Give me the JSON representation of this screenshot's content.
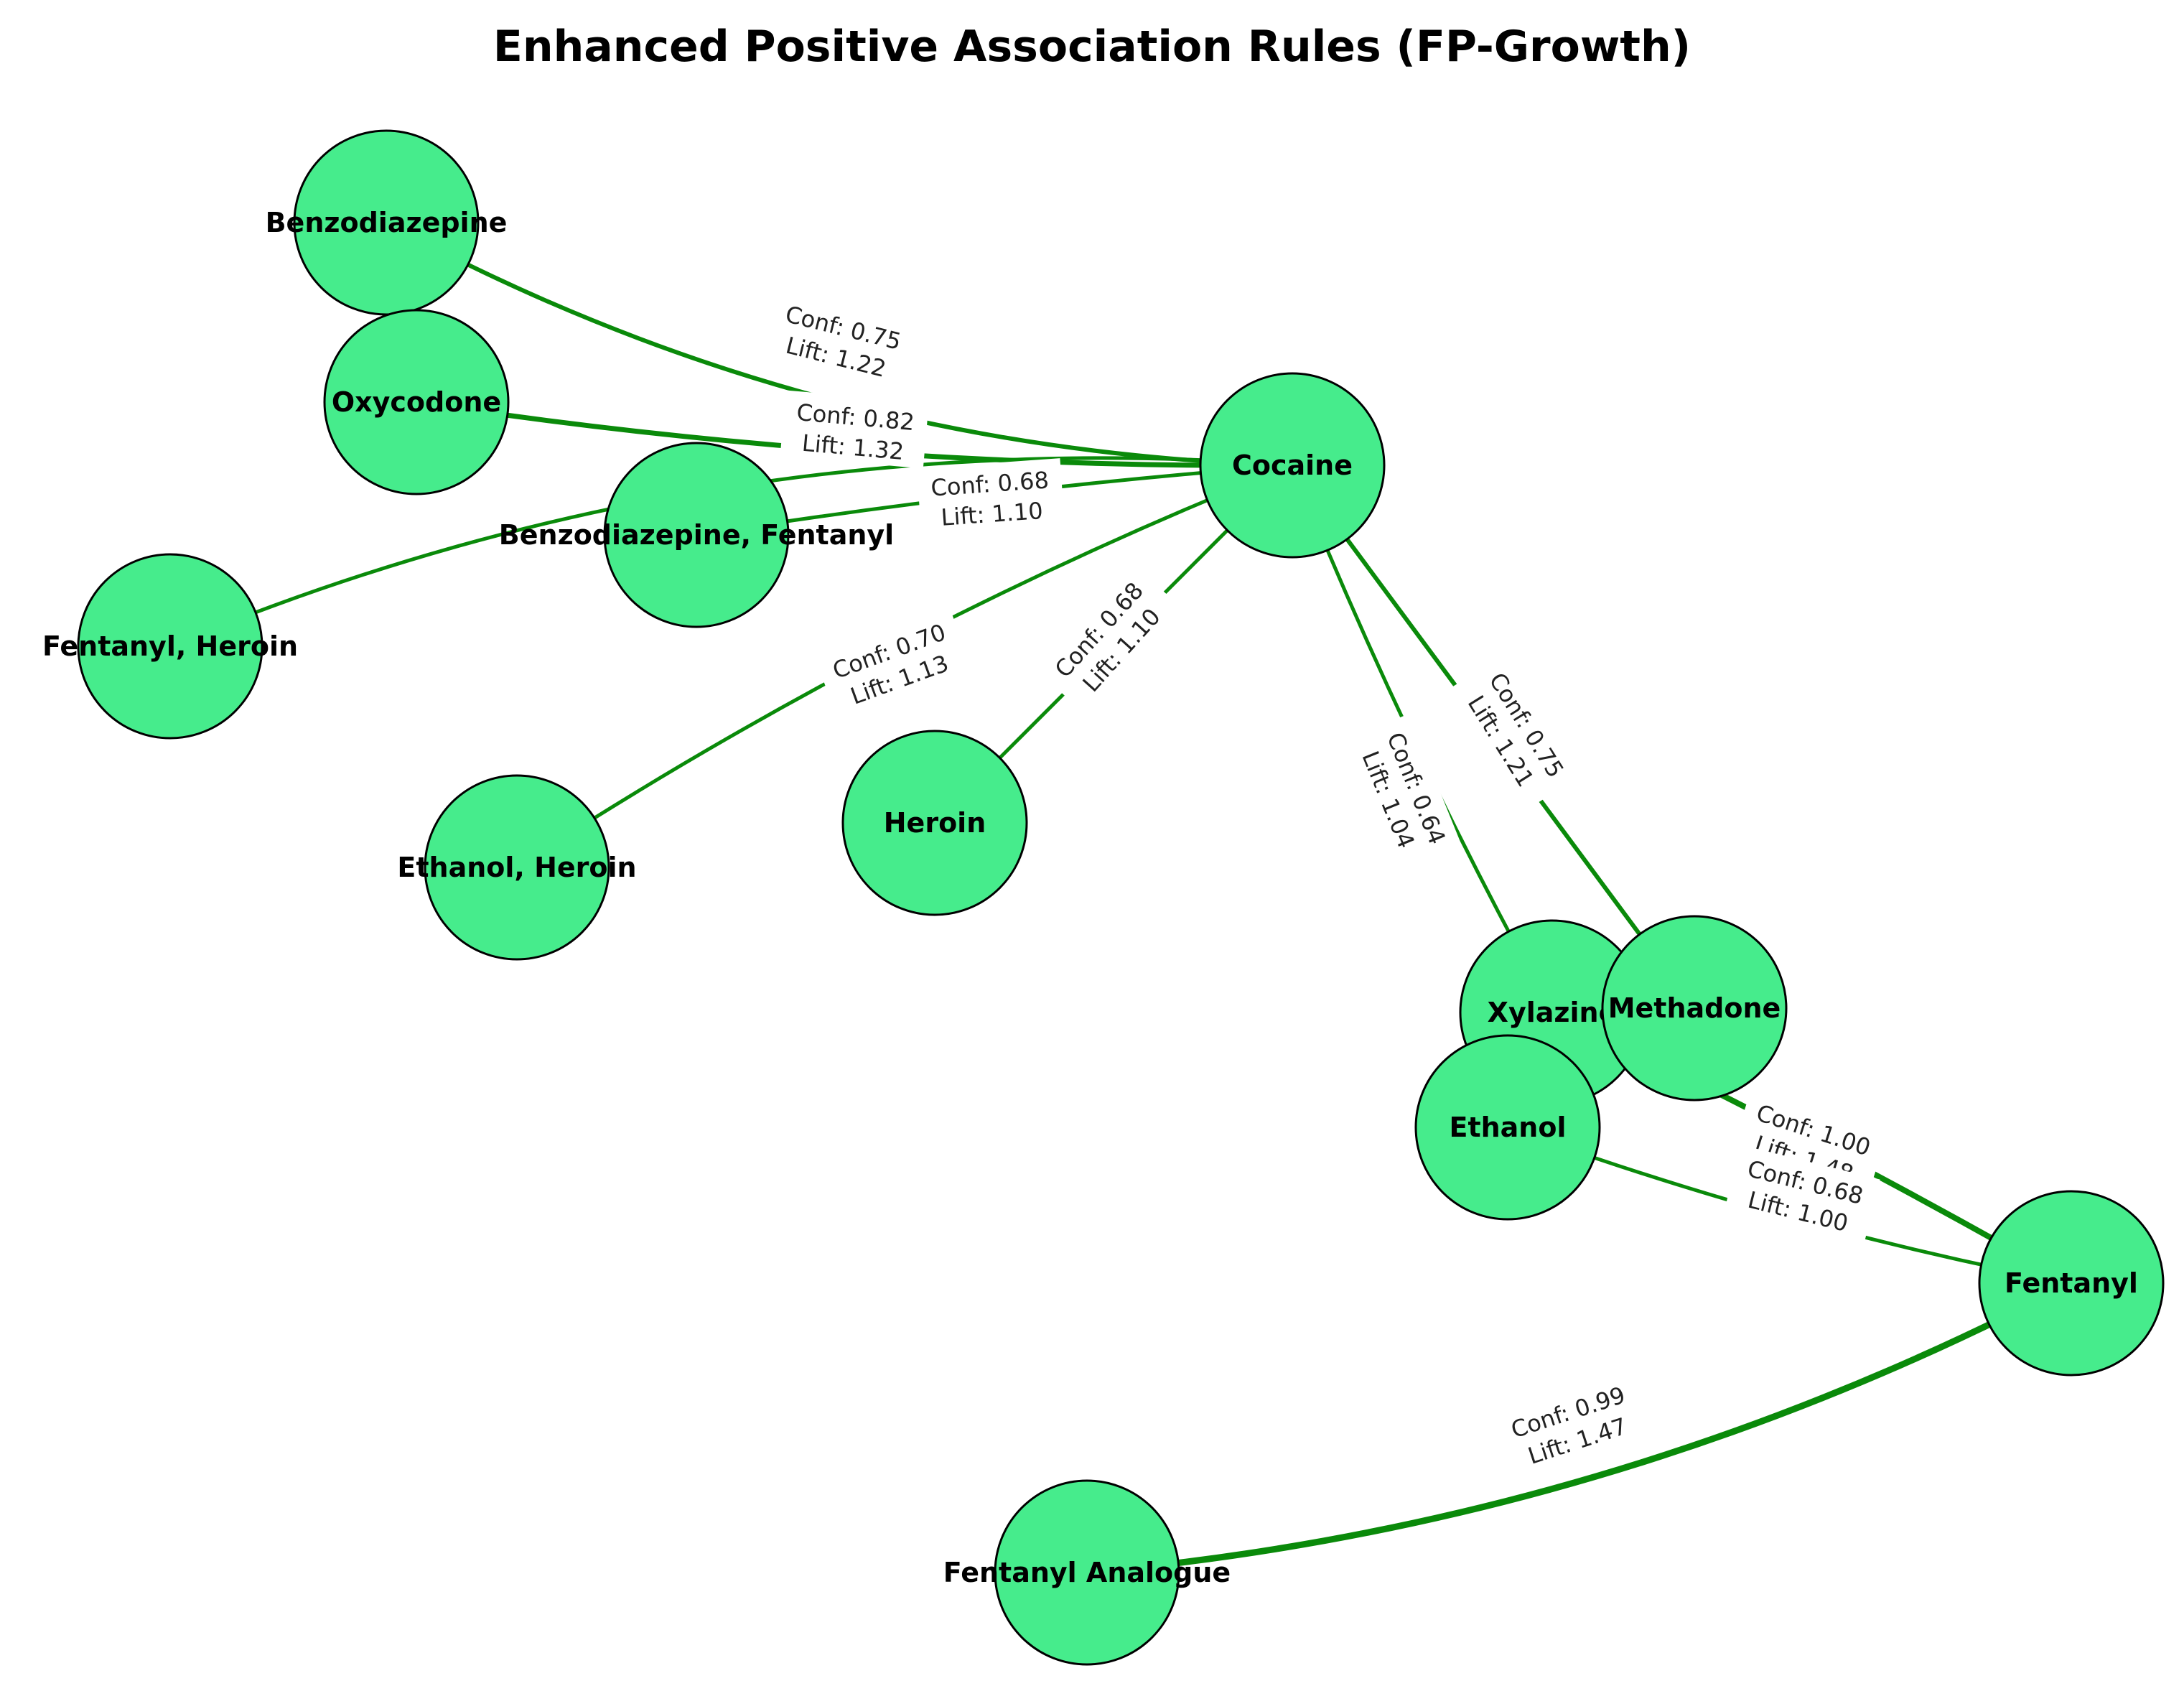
{
  "diagram": {
    "title": "Enhanced Positive Association Rules (FP-Growth)",
    "colors": {
      "node_fill": "#46ec8c",
      "node_stroke": "#000000",
      "edge": "#0a8a0a",
      "background": "#ffffff"
    },
    "nodes": [
      {
        "id": "benzodiazepine",
        "label": "Benzodiazepine"
      },
      {
        "id": "oxycodone",
        "label": "Oxycodone"
      },
      {
        "id": "benzo-fentanyl",
        "label": "Benzodiazepine, Fentanyl"
      },
      {
        "id": "fentanyl-heroin",
        "label": "Fentanyl, Heroin"
      },
      {
        "id": "ethanol-heroin",
        "label": "Ethanol, Heroin"
      },
      {
        "id": "heroin",
        "label": "Heroin"
      },
      {
        "id": "cocaine",
        "label": "Cocaine"
      },
      {
        "id": "xylazine",
        "label": "Xylazine"
      },
      {
        "id": "methadone",
        "label": "Methadone"
      },
      {
        "id": "ethanol",
        "label": "Ethanol"
      },
      {
        "id": "fentanyl",
        "label": "Fentanyl"
      },
      {
        "id": "fentanyl-analogue",
        "label": "Fentanyl Analogue"
      }
    ],
    "edges": [
      {
        "from": "benzodiazepine",
        "to": "cocaine",
        "conf": "Conf: 0.75",
        "lift": "Lift: 1.22"
      },
      {
        "from": "oxycodone",
        "to": "cocaine",
        "conf": "Conf: 0.82",
        "lift": "Lift: 1.32"
      },
      {
        "from": "benzo-fentanyl",
        "to": "cocaine",
        "conf": "Conf: 0.68",
        "lift": "Lift: 1.10"
      },
      {
        "from": "fentanyl-heroin",
        "to": "cocaine",
        "conf": "",
        "lift": ""
      },
      {
        "from": "ethanol-heroin",
        "to": "cocaine",
        "conf": "Conf: 0.70",
        "lift": "Lift: 1.13"
      },
      {
        "from": "heroin",
        "to": "cocaine",
        "conf": "Conf: 0.68",
        "lift": "Lift: 1.10"
      },
      {
        "from": "cocaine",
        "to": "xylazine",
        "conf": "Conf: 0.64",
        "lift": "Lift: 1.04"
      },
      {
        "from": "cocaine",
        "to": "methadone",
        "conf": "Conf: 0.75",
        "lift": "Lift: 1.21"
      },
      {
        "from": "xylazine",
        "to": "fentanyl",
        "conf": "Conf: 1.00",
        "lift": "Lift: 1.48"
      },
      {
        "from": "ethanol",
        "to": "fentanyl",
        "conf": "Conf: 0.68",
        "lift": "Lift: 1.00"
      },
      {
        "from": "fentanyl-analogue",
        "to": "fentanyl",
        "conf": "Conf: 0.99",
        "lift": "Lift: 1.47"
      }
    ]
  }
}
